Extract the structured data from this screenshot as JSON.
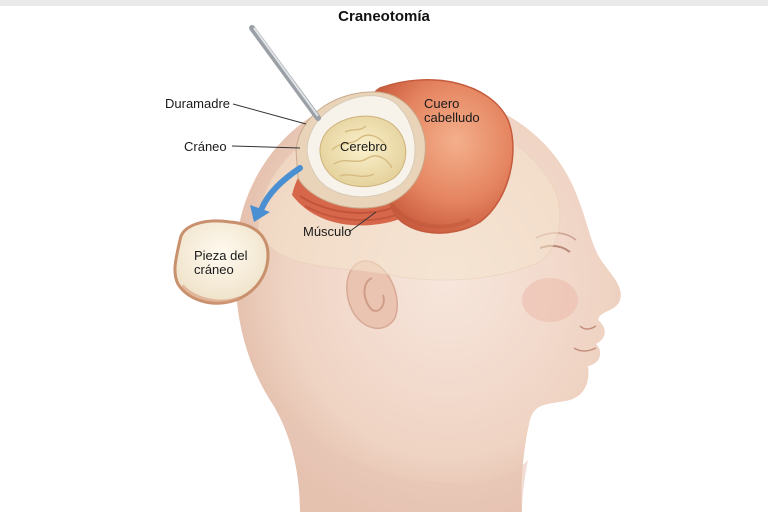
{
  "title": "Craneotomía",
  "labels": {
    "duramadre": "Duramadre",
    "craneo": "Cráneo",
    "cerebro": "Cerebro",
    "cuero_line1": "Cuero",
    "cuero_line2": "cabelludo",
    "musculo": "Músculo",
    "pieza_line1": "Pieza del",
    "pieza_line2": "cráneo"
  },
  "colors": {
    "skin": "#f2d9cc",
    "skin_shadow": "#e3bfae",
    "scalp_flap": "#e07a55",
    "muscle": "#d9694a",
    "brain": "#f0e0b0",
    "bone": "#f6eedb",
    "arrow": "#4a8fd1"
  }
}
